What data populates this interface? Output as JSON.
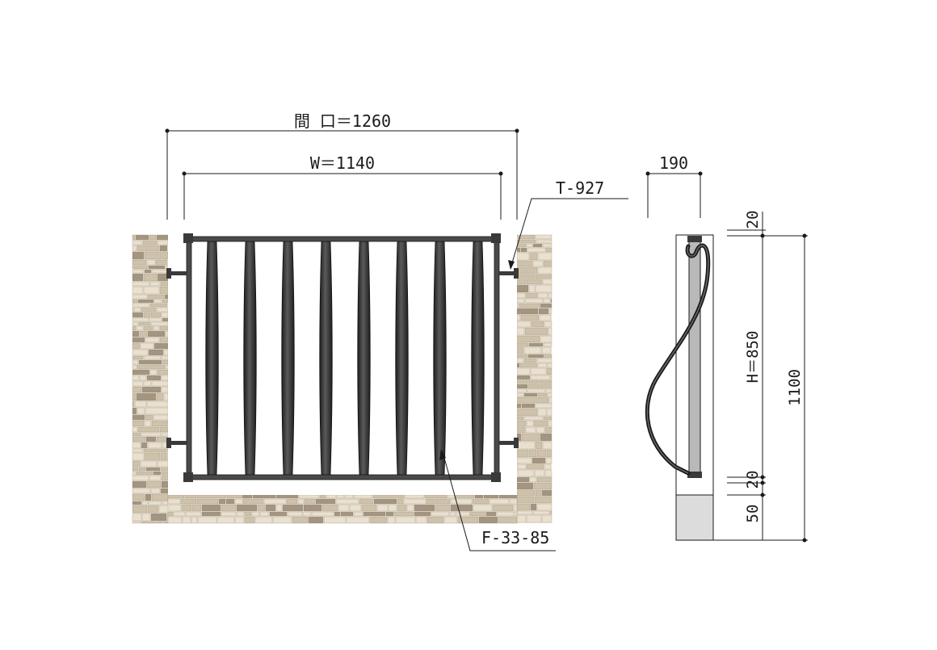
{
  "labels": {
    "opening": "間 口＝1260",
    "width": "W＝1140",
    "depth": "190",
    "part_bracket": "T-927",
    "part_fence": "F-33-85",
    "height": "H＝850",
    "total_height": "1100",
    "top_offset": "20",
    "bottom_offset": "20",
    "base": "50"
  },
  "colors": {
    "frame": "#4a4a4a",
    "bar": "#2e2e2e",
    "stone_light": "#e9e0cf",
    "stone_mid": "#cfc2aa",
    "stone_dark": "#a39580",
    "mortar": "#f3eee4",
    "side_post": "#b9b9b9",
    "base_block": "#dcdcdc"
  }
}
